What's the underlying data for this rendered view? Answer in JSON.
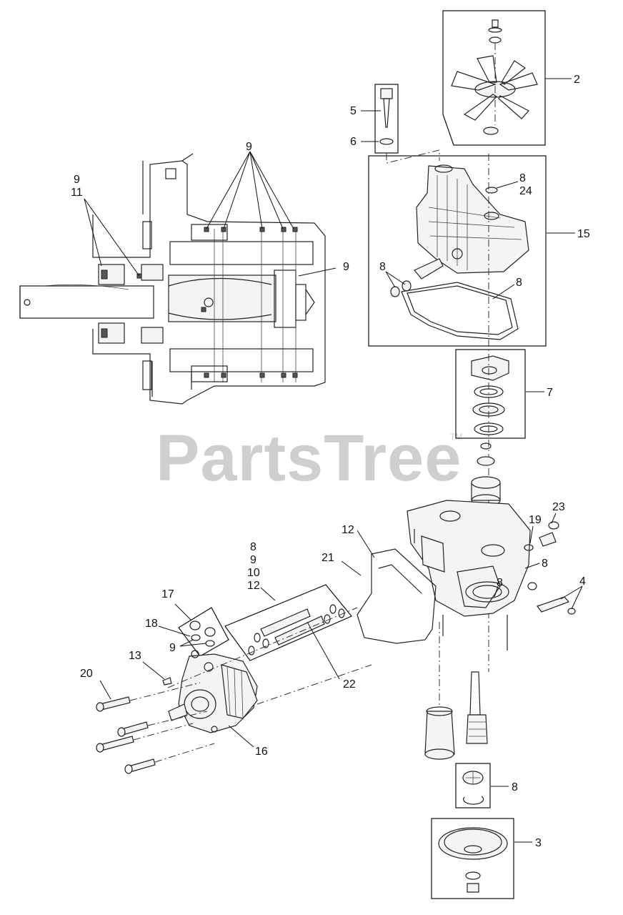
{
  "watermark": {
    "text": "PartsTree",
    "trademark": "TM"
  },
  "callouts": {
    "c2": "2",
    "c5": "5",
    "c6": "6",
    "c9_top": "9",
    "c9_left": "9",
    "c11_left": "11",
    "c9_right": "9",
    "c8_24_a": "8",
    "c8_24_b": "24",
    "c15": "15",
    "c8_seal": "8",
    "c8_gasket": "8",
    "c7": "7",
    "c19": "19",
    "c23": "23",
    "c12_top": "12",
    "c8_stack": "8",
    "c9_stack": "9",
    "c10_stack": "10",
    "c12_stack": "12",
    "c21": "21",
    "c8_side": "8",
    "c8_mid": "8",
    "c4": "4",
    "c17": "17",
    "c18": "18",
    "c9_pump": "9",
    "c13": "13",
    "c20": "20",
    "c22": "22",
    "c16": "16",
    "c8_bearing": "8",
    "c3": "3"
  }
}
